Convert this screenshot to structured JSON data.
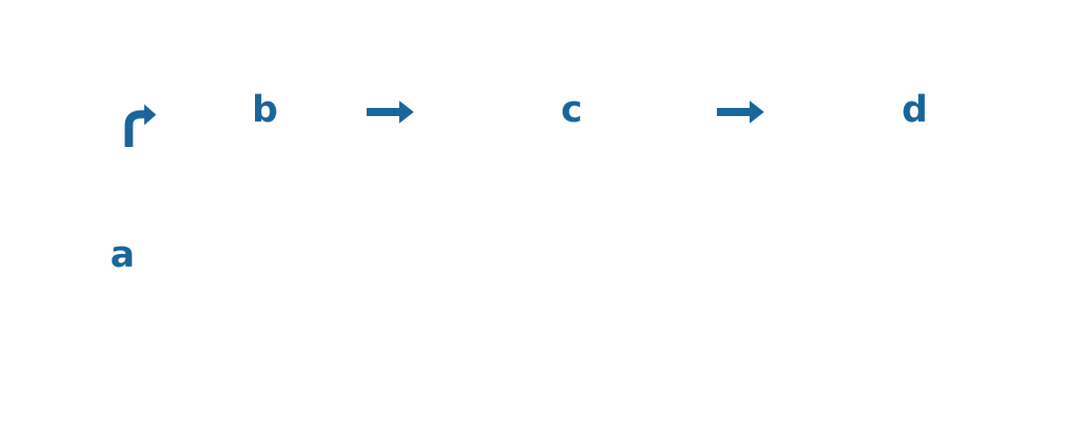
{
  "nodes": {
    "a": "a",
    "b": "b",
    "c": "c",
    "d": "d"
  },
  "edges": [
    {
      "from": "a",
      "to": "b",
      "style": "curved-up-right"
    },
    {
      "from": "b",
      "to": "c",
      "style": "straight-right"
    },
    {
      "from": "c",
      "to": "d",
      "style": "straight-right"
    }
  ],
  "colors": {
    "accent": "#1a6599",
    "background": "#ffffff"
  }
}
